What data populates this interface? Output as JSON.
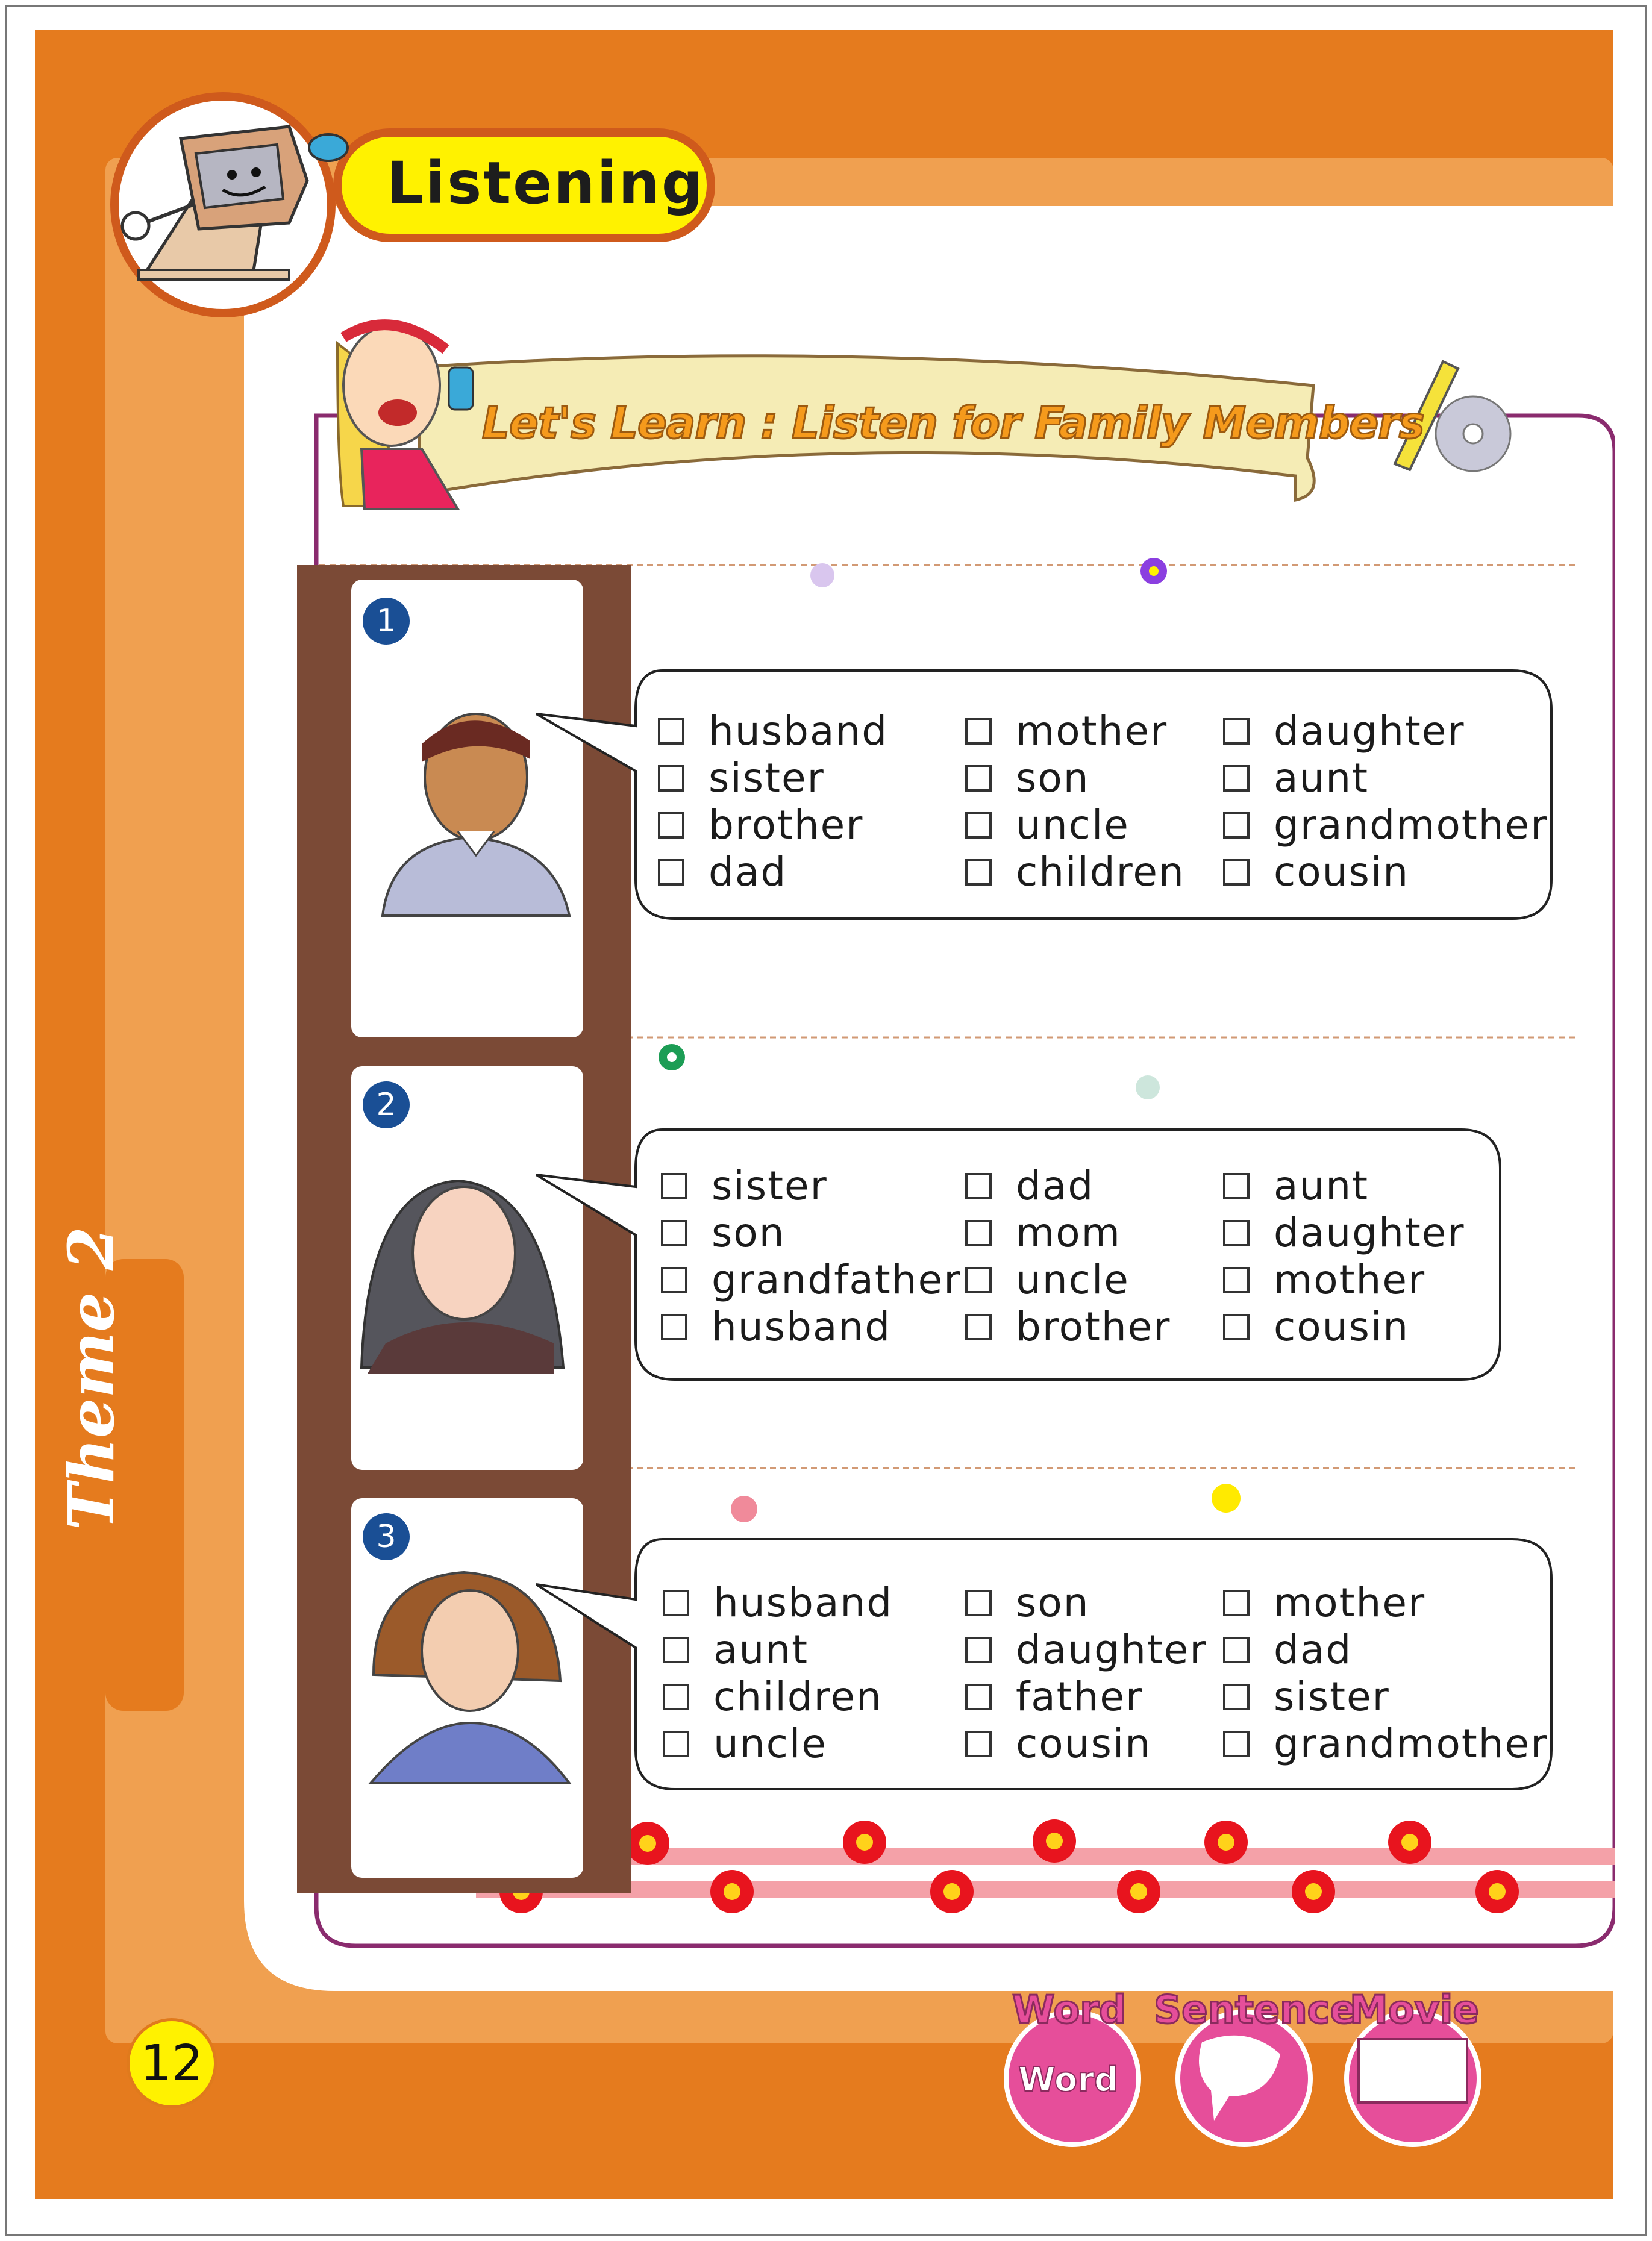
{
  "header": {
    "section_label": "Listening"
  },
  "banner": {
    "title": "Let's Learn : Listen for Family Members"
  },
  "sidebar": {
    "theme_label": "Theme 2"
  },
  "footer": {
    "page_number": "12",
    "buttons": [
      {
        "label": "Word",
        "icon_text": "Word",
        "icon": "word-icon"
      },
      {
        "label": "Sentence",
        "icon": "speech-bubble-icon"
      },
      {
        "label": "Movie",
        "icon": "movie-screen-icon"
      }
    ]
  },
  "exercises": [
    {
      "number": "1",
      "portrait": "boy-portrait",
      "options": [
        [
          "husband",
          "sister",
          "brother",
          "dad"
        ],
        [
          "mother",
          "son",
          "uncle",
          "children"
        ],
        [
          "daughter",
          "aunt",
          "grandmother",
          "cousin"
        ]
      ]
    },
    {
      "number": "2",
      "portrait": "woman-long-hair-portrait",
      "options": [
        [
          "sister",
          "son",
          "grandfather",
          "husband"
        ],
        [
          "dad",
          "mom",
          "uncle",
          "brother"
        ],
        [
          "aunt",
          "daughter",
          "mother",
          "cousin"
        ]
      ]
    },
    {
      "number": "3",
      "portrait": "woman-curly-hair-portrait",
      "options": [
        [
          "husband",
          "aunt",
          "children",
          "uncle"
        ],
        [
          "son",
          "daughter",
          "father",
          "cousin"
        ],
        [
          "mother",
          "dad",
          "sister",
          "grandmother"
        ]
      ]
    }
  ],
  "colors": {
    "frame_orange": "#e57b1e",
    "light_orange": "#f0a050",
    "film_brown": "#7b4a36",
    "card_purple": "#8a2b6e",
    "number_blue": "#1a4f95"
  }
}
